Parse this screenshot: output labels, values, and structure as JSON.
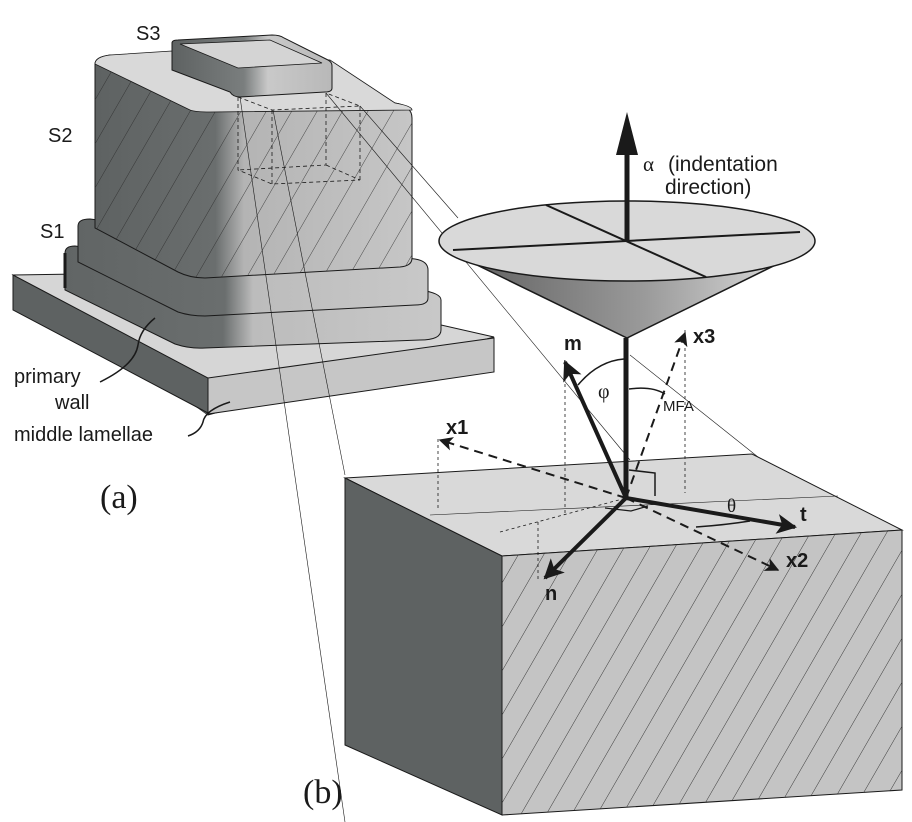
{
  "figure": {
    "panel_a": {
      "caption": "(a)",
      "layer_labels": {
        "s3": "S3",
        "s2": "S2",
        "s1": "S1",
        "primary_wall": [
          "primary",
          "wall"
        ],
        "middle_lamellae": "middle lamellae"
      }
    },
    "panel_b": {
      "caption": "(b)",
      "indentation": {
        "symbol": "α",
        "text_line1": "(indentation",
        "text_line2": "direction)"
      },
      "axes": {
        "m": "m",
        "n": "n",
        "t": "t",
        "x1": "x1",
        "x2": "x2",
        "x3": "x3"
      },
      "angles": {
        "phi": "φ",
        "theta": "θ",
        "mfa": "MFA"
      }
    },
    "colors": {
      "dark_face": "#5e6262",
      "mid_face": "#bdbdbd",
      "light_face": "#d9d9d9",
      "line": "#1a1a1a"
    }
  }
}
